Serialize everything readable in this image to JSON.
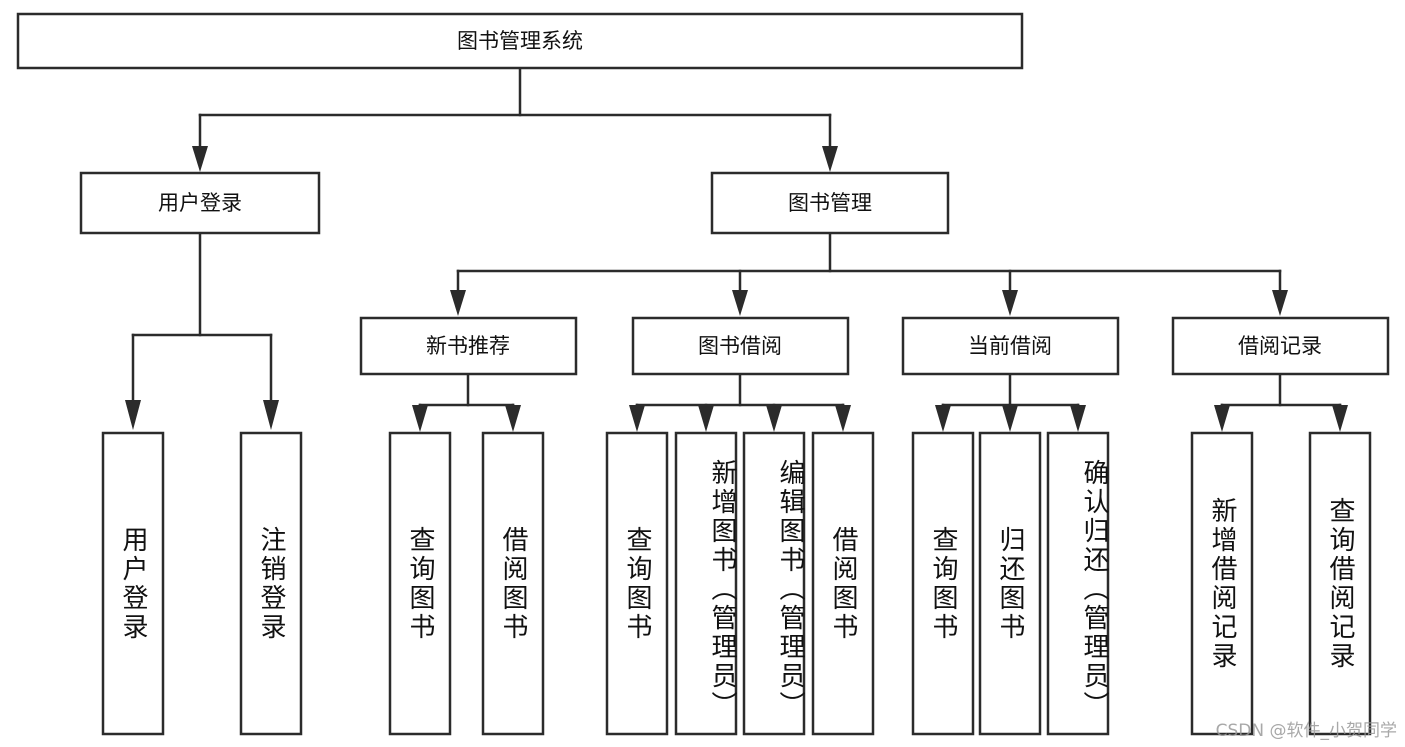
{
  "diagram": {
    "title": "图书管理系统",
    "type": "tree-hierarchy",
    "root": {
      "label": "图书管理系统"
    },
    "level2": [
      {
        "label": "用户登录"
      },
      {
        "label": "图书管理"
      }
    ],
    "level3": [
      {
        "label": "新书推荐"
      },
      {
        "label": "图书借阅"
      },
      {
        "label": "当前借阅"
      },
      {
        "label": "借阅记录"
      }
    ],
    "leaves": {
      "user_login": [
        {
          "label": "用户登录"
        },
        {
          "label": "注销登录"
        }
      ],
      "new_book_recommend": [
        {
          "label": "查询图书"
        },
        {
          "label": "借阅图书"
        }
      ],
      "book_borrow": [
        {
          "label": "查询图书"
        },
        {
          "label": "新增图书（管理员）"
        },
        {
          "label": "编辑图书（管理员）"
        },
        {
          "label": "借阅图书"
        }
      ],
      "current_borrow": [
        {
          "label": "查询图书"
        },
        {
          "label": "归还图书"
        },
        {
          "label": "确认归还（管理员）"
        }
      ],
      "borrow_record": [
        {
          "label": "新增借阅记录"
        },
        {
          "label": "查询借阅记录"
        }
      ]
    }
  },
  "watermark": {
    "text": "CSDN @软件_小贺同学"
  },
  "colors": {
    "stroke": "#2b2b2b",
    "box_fill": "#ffffff",
    "text": "#111111",
    "watermark": "#9a9a9a",
    "background": "#ffffff"
  }
}
